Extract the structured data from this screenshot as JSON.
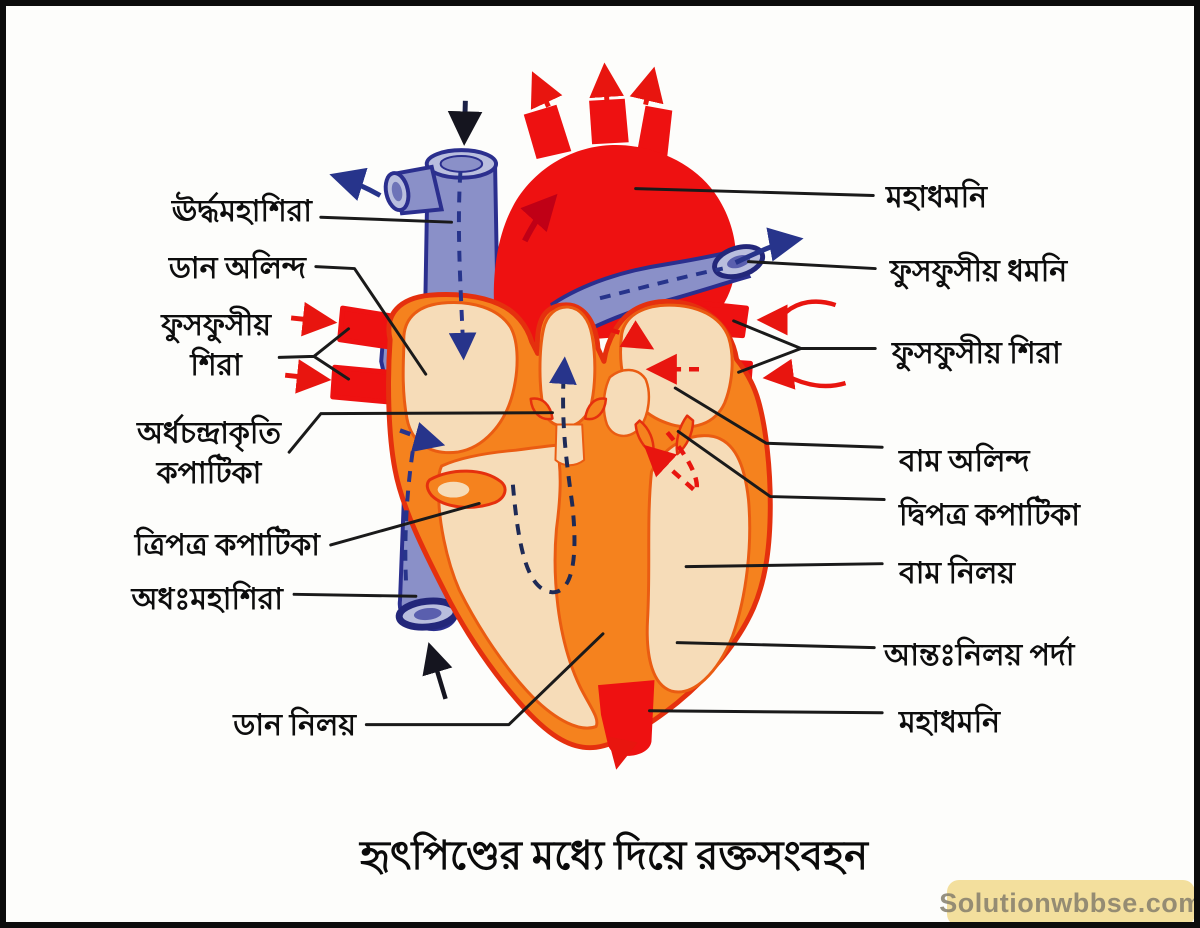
{
  "figure": {
    "caption": "হৃৎপিণ্ডের মধ্যে দিয়ে রক্তসংবহন",
    "watermark": "Solutionwbbse.com"
  },
  "labels": {
    "left": [
      {
        "id": "superior-vena-cava",
        "text": "ঊর্দ্ধমহাশিরা"
      },
      {
        "id": "right-atrium",
        "text": "ডান অলিন্দ"
      },
      {
        "id": "pulmonary-veins-left-side",
        "text": "ফুসফুসীয়\nশিরা"
      },
      {
        "id": "semilunar-valve",
        "text": "অর্ধচন্দ্রাকৃতি\nকপাটিকা"
      },
      {
        "id": "tricuspid-valve",
        "text": "ত্রিপত্র কপাটিকা"
      },
      {
        "id": "inferior-vena-cava",
        "text": "অধঃমহাশিরা"
      },
      {
        "id": "right-ventricle",
        "text": "ডান নিলয়"
      }
    ],
    "right": [
      {
        "id": "aorta",
        "text": "মহাধমনি"
      },
      {
        "id": "pulmonary-artery",
        "text": "ফুসফুসীয় ধমনি"
      },
      {
        "id": "pulmonary-veins-right-side",
        "text": "ফুসফুসীয় শিরা"
      },
      {
        "id": "left-atrium",
        "text": "বাম অলিন্দ"
      },
      {
        "id": "bicuspid-valve",
        "text": "দ্বিপত্র কপাটিকা"
      },
      {
        "id": "left-ventricle",
        "text": "বাম নিলয়"
      },
      {
        "id": "interventricular-septum",
        "text": "আন্তঃনিলয় পর্দা"
      },
      {
        "id": "aorta-descending",
        "text": "মহাধমনি"
      }
    ]
  },
  "colors": {
    "heart_wall": "#F5821E",
    "heart_outline": "#E5300E",
    "chamber_fill": "#F6DCB8",
    "vessel_blue": "#8A90C8",
    "vessel_blue_dark": "#2B2F8E",
    "artery_red": "#EE1111",
    "flow_blue": "#27348B",
    "flow_red": "#E8150F",
    "leader_black": "#1A1A1A",
    "watermark_bg": "#F3DF9D",
    "watermark_text": "#A8A18D"
  }
}
